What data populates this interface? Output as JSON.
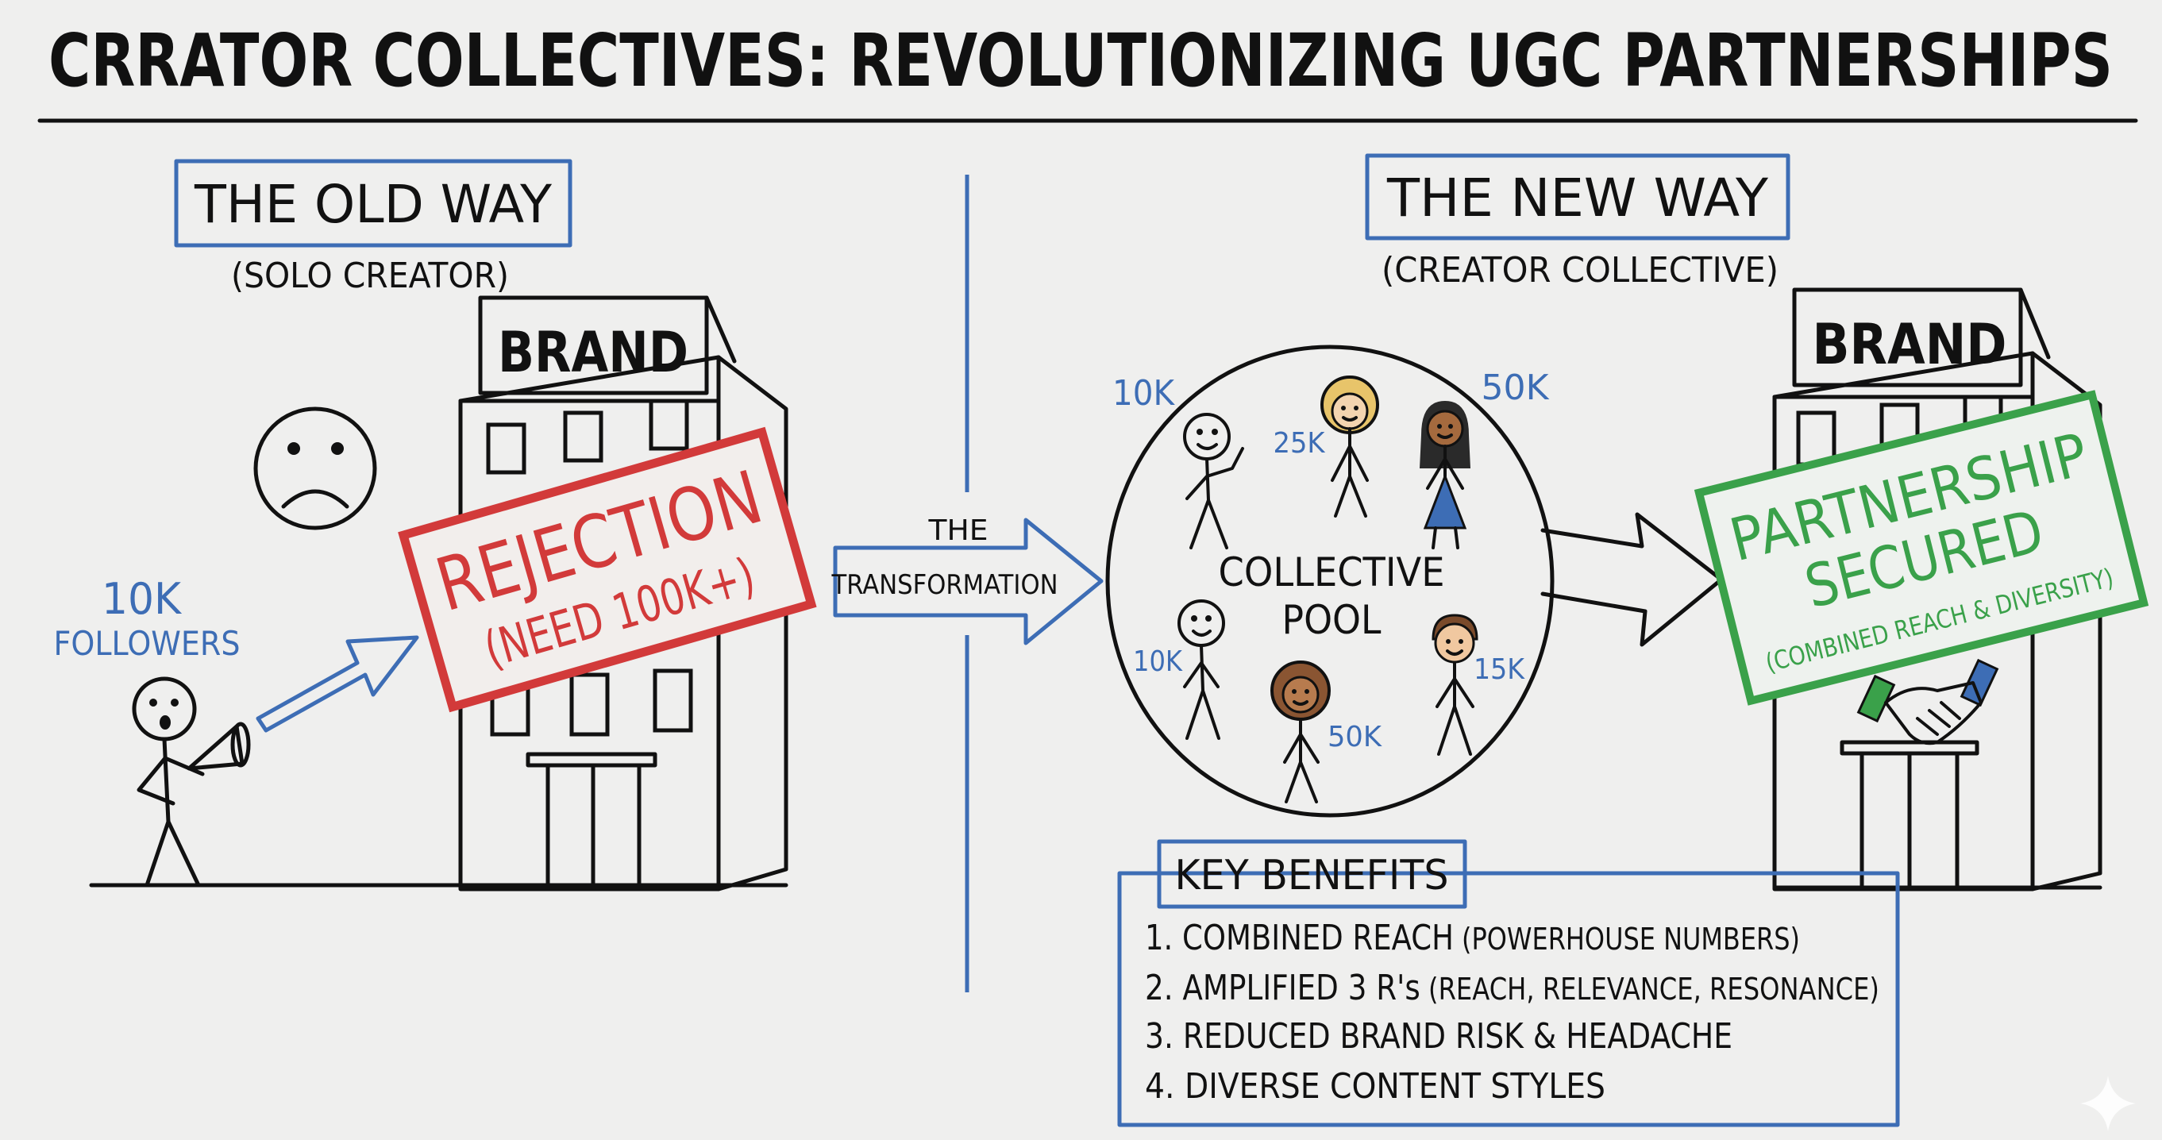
{
  "title": "CRRATOR COLLECTIVES: REVOLUTIONIZING UGC PARTNERSHIPS",
  "old_way": {
    "heading": "THE OLD WAY",
    "subheading": "(SOLO CREATOR)",
    "brand_label": "BRAND",
    "followers_count": "10K",
    "followers_label": "FOLLOWERS",
    "stamp_line1": "REJECTION",
    "stamp_line2": "(NEED 100K+)"
  },
  "transformation": {
    "line1": "THE",
    "line2": "TRANSFORMATION"
  },
  "new_way": {
    "heading": "THE NEW WAY",
    "subheading": "(CREATOR COLLECTIVE)",
    "brand_label": "BRAND",
    "pool_line1": "COLLECTIVE",
    "pool_line2": "POOL",
    "creators": [
      "10K",
      "25K",
      "50K",
      "10K",
      "50K",
      "15K"
    ],
    "stamp_line1": "PARTNERSHIP",
    "stamp_line2": "SECURED",
    "stamp_line3": "(COMBINED REACH & DIVERSITY)"
  },
  "benefits": {
    "heading": "KEY BENEFITS",
    "items": [
      {
        "main": "1. COMBINED REACH",
        "detail": " (POWERHOUSE NUMBERS)"
      },
      {
        "main": "2. AMPLIFIED 3 R's",
        "detail": " (REACH, RELEVANCE, RESONANCE)"
      },
      {
        "main": "3. REDUCED BRAND RISK & HEADACHE",
        "detail": ""
      },
      {
        "main": "4. DIVERSE CONTENT STYLES",
        "detail": ""
      }
    ]
  },
  "colors": {
    "ink": "#111111",
    "accent_blue": "#3d6db5",
    "reject_red": "#d23a3a",
    "success_green": "#3aa14a",
    "background": "#efefee"
  }
}
